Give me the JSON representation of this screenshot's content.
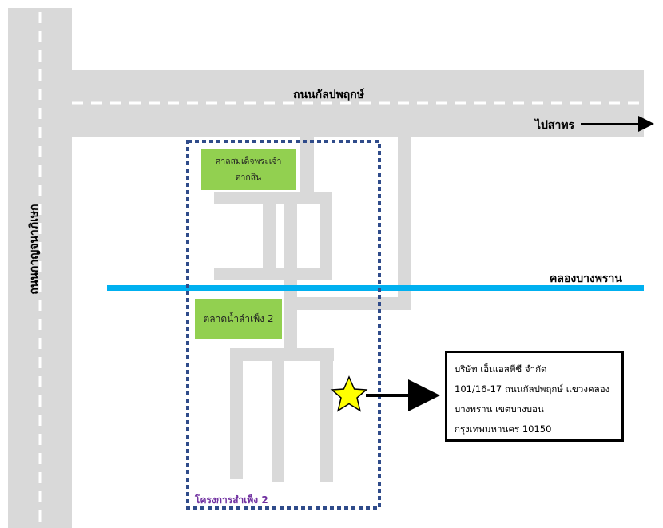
{
  "roads": {
    "top_road": "ถนนกัลปพฤกษ์",
    "left_road": "ถนนกาญจนาภิเษก",
    "canal": "คลองบางพราน",
    "direction_to": "ไปสาทร"
  },
  "landmarks": {
    "shrine_line1": "ศาลสมเด็จพระเจ้า",
    "shrine_line2": "ตากสิน",
    "market": "ตลาดน้ำสำเพ็ง 2"
  },
  "project_label": "โครงการสำเพ็ง 2",
  "address": {
    "line1": "บริษัท เอ็นเอสพีซี จำกัด",
    "line2": "101/16-17 ถนนกัลปพฤกษ์ แขวงคลอง",
    "line3": "บางพราน เขตบางบอน",
    "line4": "กรุงเทพมหานคร 10150"
  },
  "colors": {
    "road": "#d9d9d9",
    "canal": "#00b0f0",
    "landmark": "#92d050",
    "project_border": "#2f4b8a",
    "project_label": "#7030a0",
    "marker": "#ffff00"
  },
  "marker_icon": "star-icon"
}
